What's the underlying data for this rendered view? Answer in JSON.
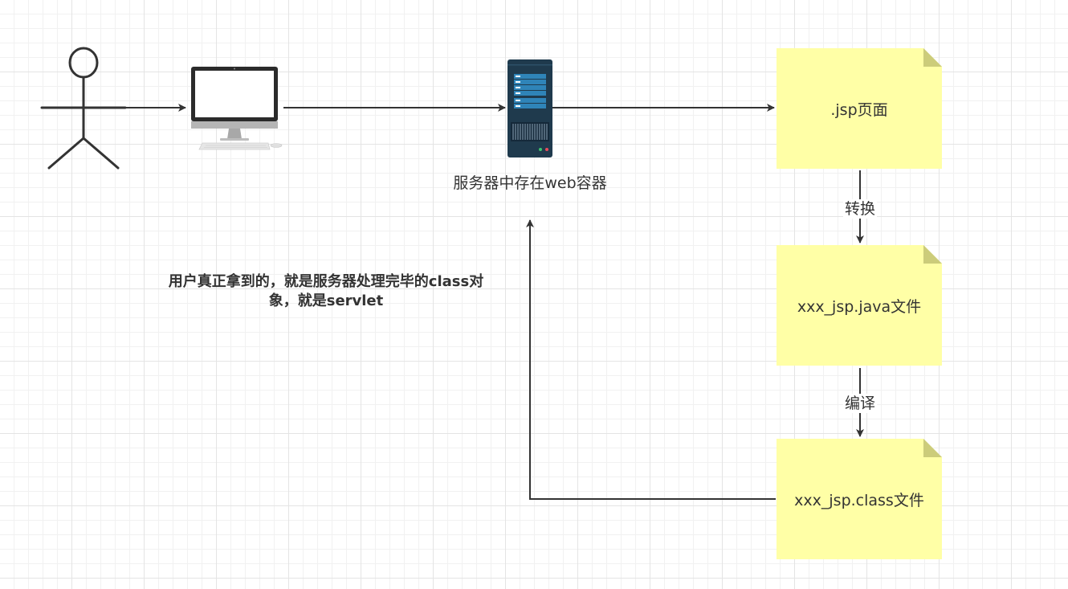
{
  "nodes": {
    "server_label": "服务器中存在web容器",
    "jsp_page": ".jsp页面",
    "java_file": "xxx_jsp.java文件",
    "class_file": "xxx_jsp.class文件"
  },
  "edges": {
    "convert": "转换",
    "compile": "编译"
  },
  "annotation": "用户真正拿到的，就是服务器处理完毕的class对象，就是servlet",
  "colors": {
    "note_fill": "#ffffa6",
    "note_fold": "#cccc7a",
    "line": "#333333",
    "server_body": "#1f3a4d",
    "server_slot": "#2f84b8",
    "monitor_frame": "#2b2b2b"
  },
  "icons": [
    "actor-icon",
    "desktop-computer-icon",
    "server-icon"
  ]
}
